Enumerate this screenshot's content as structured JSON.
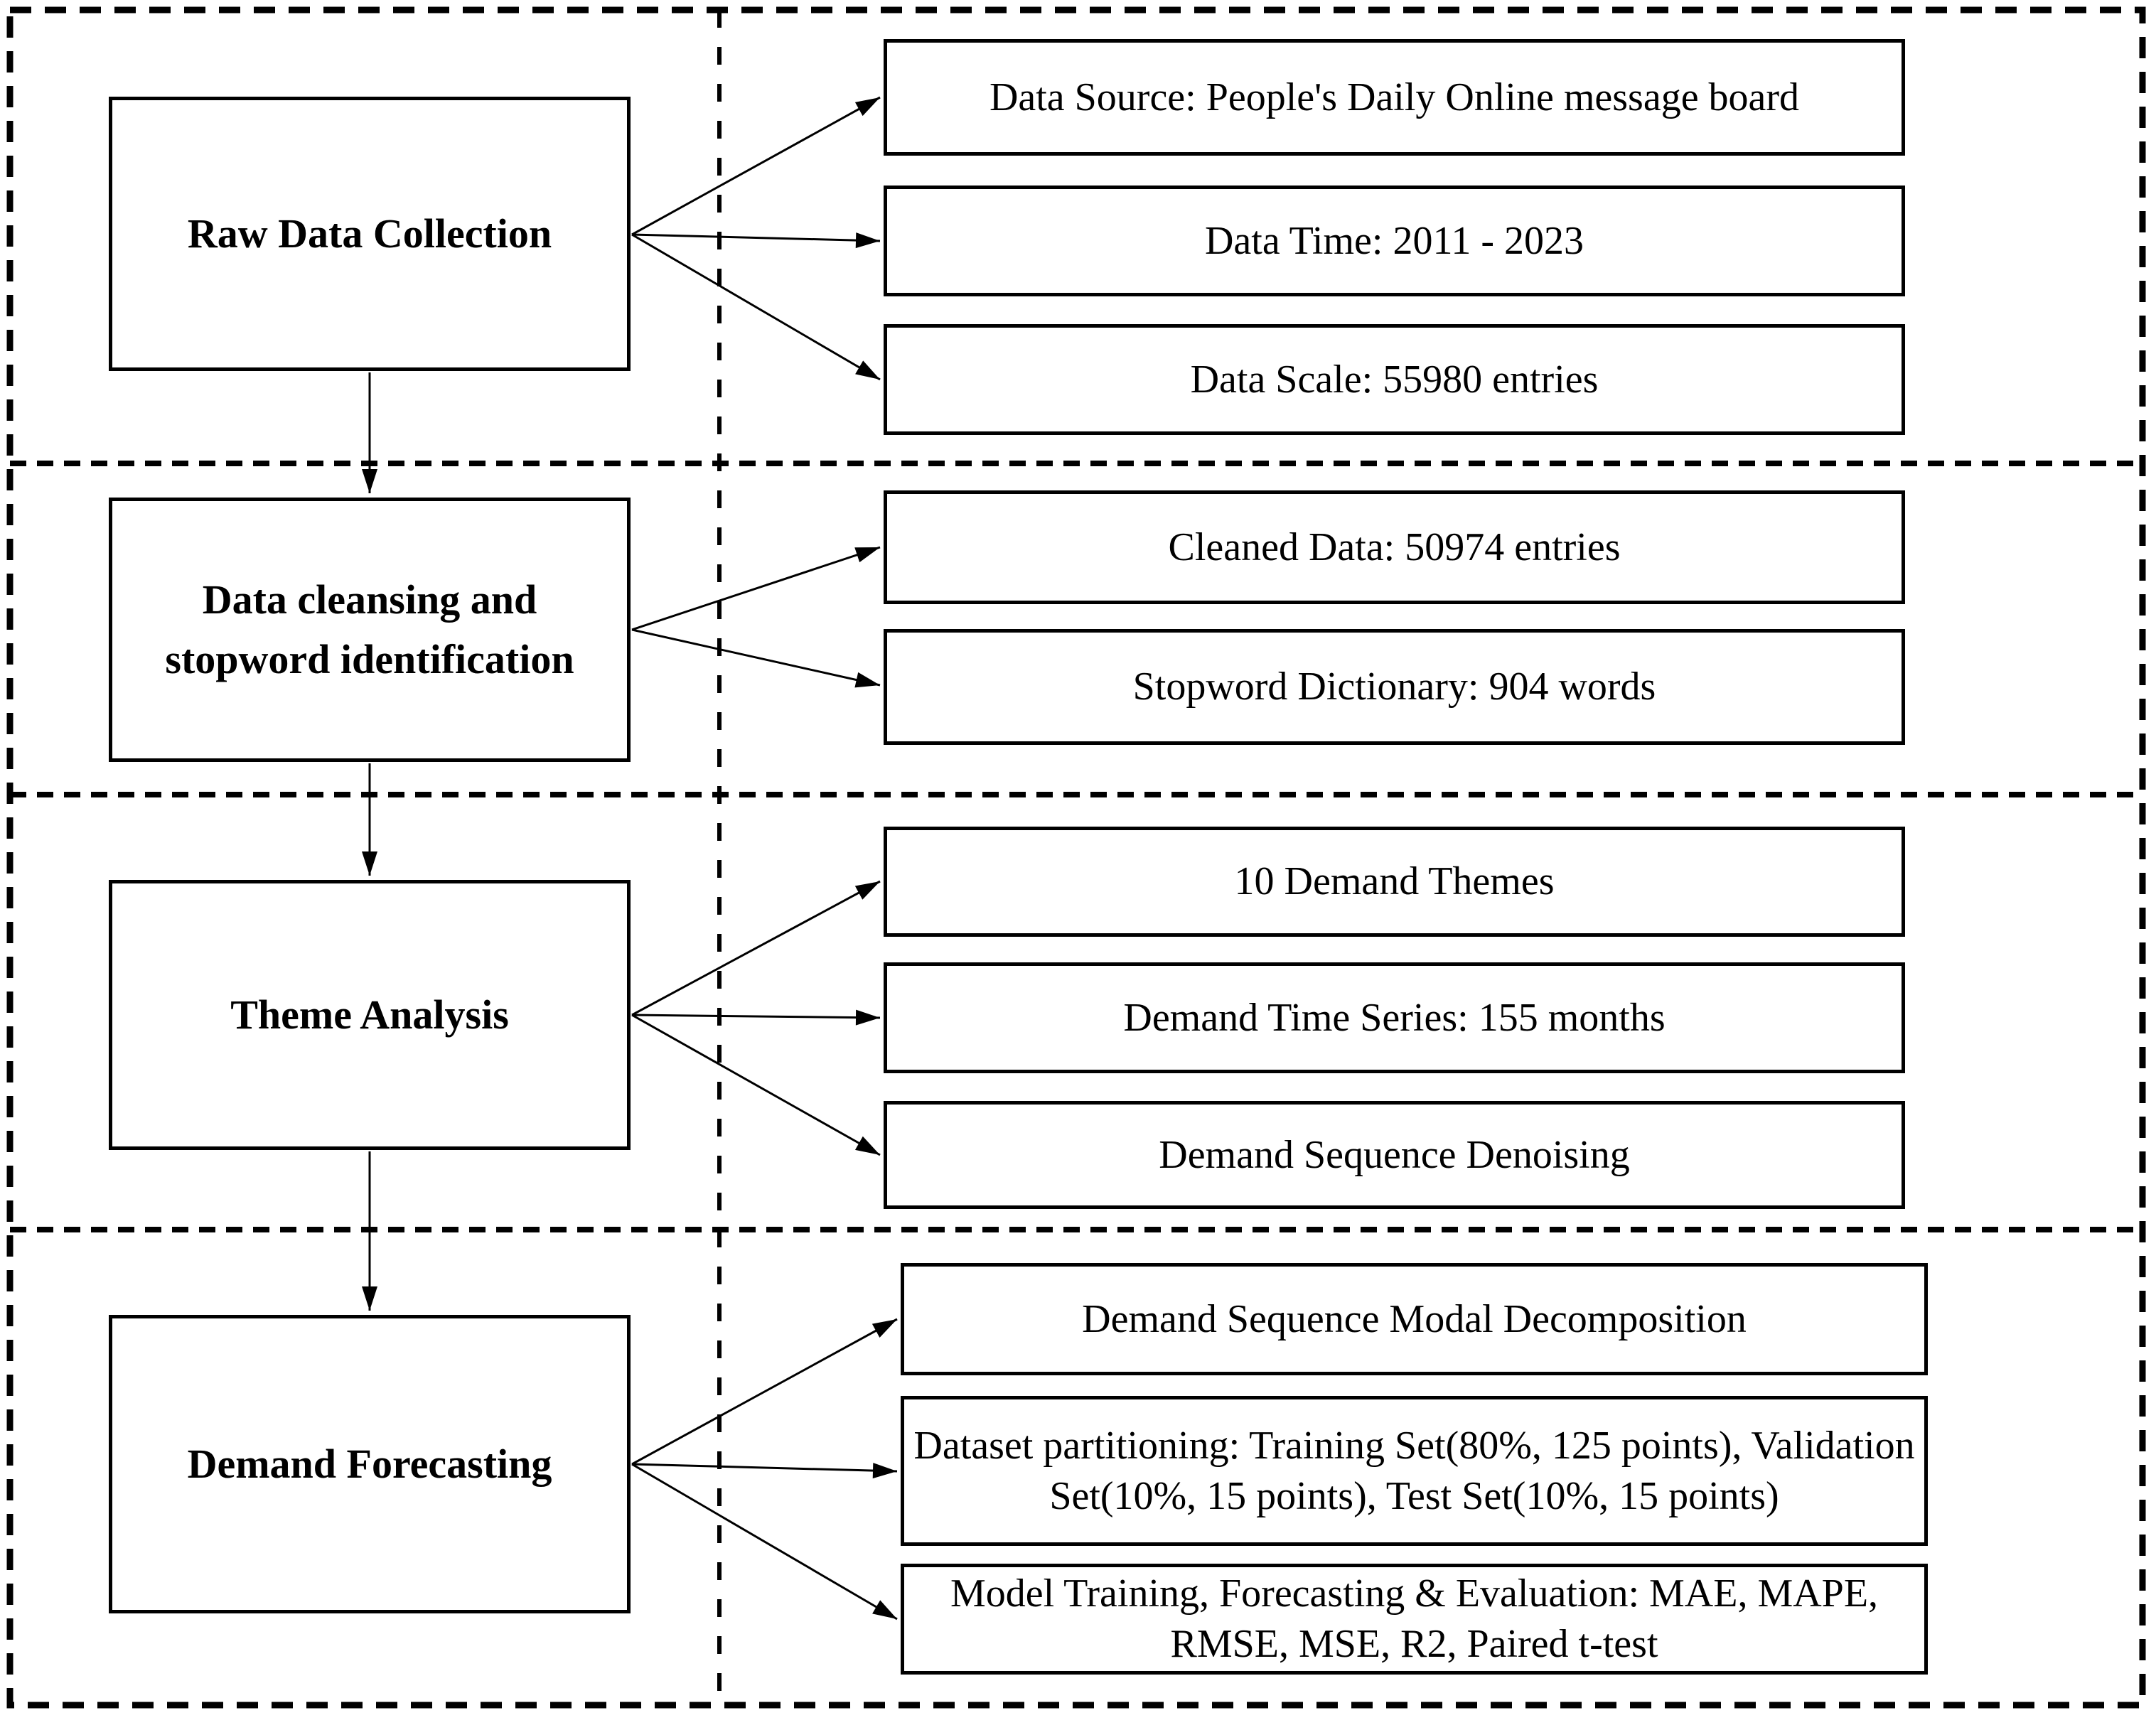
{
  "diagram": {
    "colors": {
      "line": "#000000",
      "background": "#ffffff"
    },
    "sections": [
      {
        "stage": "Raw Data Collection",
        "outputs": [
          "Data Source: People's Daily Online message board",
          "Data Time: 2011 - 2023",
          "Data Scale: 55980 entries"
        ]
      },
      {
        "stage": "Data cleansing and stopword identification",
        "outputs": [
          "Cleaned Data: 50974 entries",
          "Stopword Dictionary: 904 words"
        ]
      },
      {
        "stage": "Theme Analysis",
        "outputs": [
          "10 Demand Themes",
          "Demand Time Series: 155 months",
          "Demand Sequence Denoising"
        ]
      },
      {
        "stage": "Demand Forecasting",
        "outputs": [
          "Demand Sequence Modal Decomposition",
          "Dataset partitioning: Training Set(80%, 125 points), Validation Set(10%, 15 points), Test Set(10%, 15 points)",
          "Model Training, Forecasting & Evaluation: MAE, MAPE, RMSE, MSE, R2, Paired t-test"
        ]
      }
    ]
  }
}
